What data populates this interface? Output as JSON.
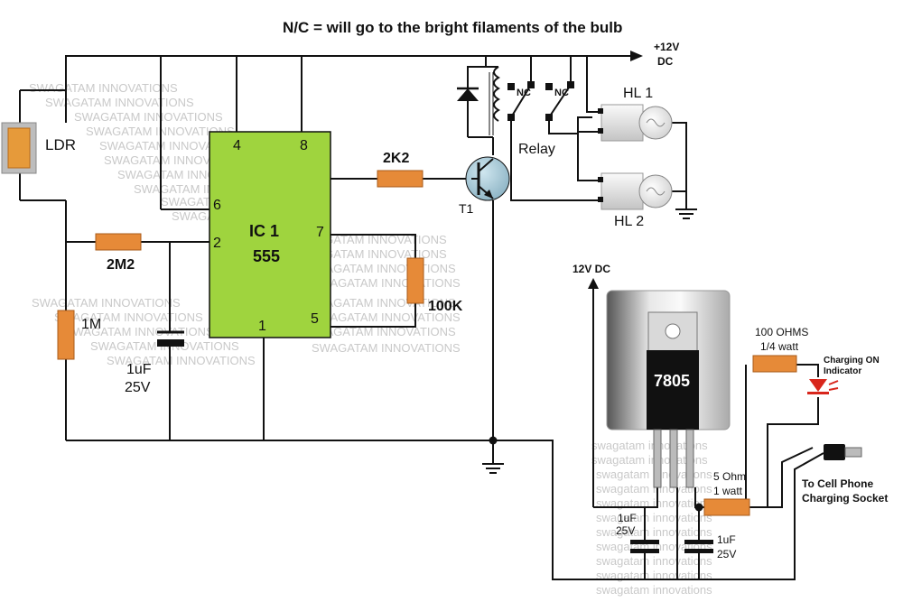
{
  "title": "N/C = will go to the bright filaments of the bulb",
  "watermark": "SWAGATAM INNOVATIONS",
  "watermark_lower": "swagatam innovations",
  "supply_top": {
    "voltage": "+12V",
    "unit": "DC"
  },
  "ldr": {
    "label": "LDR"
  },
  "ic": {
    "name": "IC 1",
    "part": "555",
    "pins": {
      "p4": "4",
      "p8": "8",
      "p6": "6",
      "p2": "2",
      "p7": "7",
      "p1": "1",
      "p5": "5"
    }
  },
  "resistors": {
    "r_2m2": "2M2",
    "r_1m": "1M",
    "r_2k2": "2K2",
    "r_100k": "100K",
    "r_100ohm": {
      "value": "100 OHMS",
      "rating": "1/4 watt"
    },
    "r_5ohm": {
      "value": "5 Ohm",
      "rating": "1 watt"
    }
  },
  "capacitor_timer": {
    "value": "1uF",
    "voltage": "25V"
  },
  "transistor": {
    "label": "T1"
  },
  "relay": {
    "label": "Relay",
    "contact1": "NC",
    "contact2": "NC"
  },
  "lamps": {
    "hl1": "HL 1",
    "hl2": "HL 2"
  },
  "regulator": {
    "part": "7805",
    "input_label": "12V DC"
  },
  "reg_caps": {
    "c1": {
      "value": "1uF",
      "voltage": "25V"
    },
    "c2": {
      "value": "1uF",
      "voltage": "25V"
    }
  },
  "led": {
    "label_line1": "Charging ON",
    "label_line2": "Indicator",
    "color": "#d8261c"
  },
  "output": {
    "line1": "To Cell Phone",
    "line2": "Charging Socket"
  },
  "colors": {
    "ic_fill": "#9fd43e",
    "resistor_fill": "#e68a38",
    "wire": "#111111"
  }
}
